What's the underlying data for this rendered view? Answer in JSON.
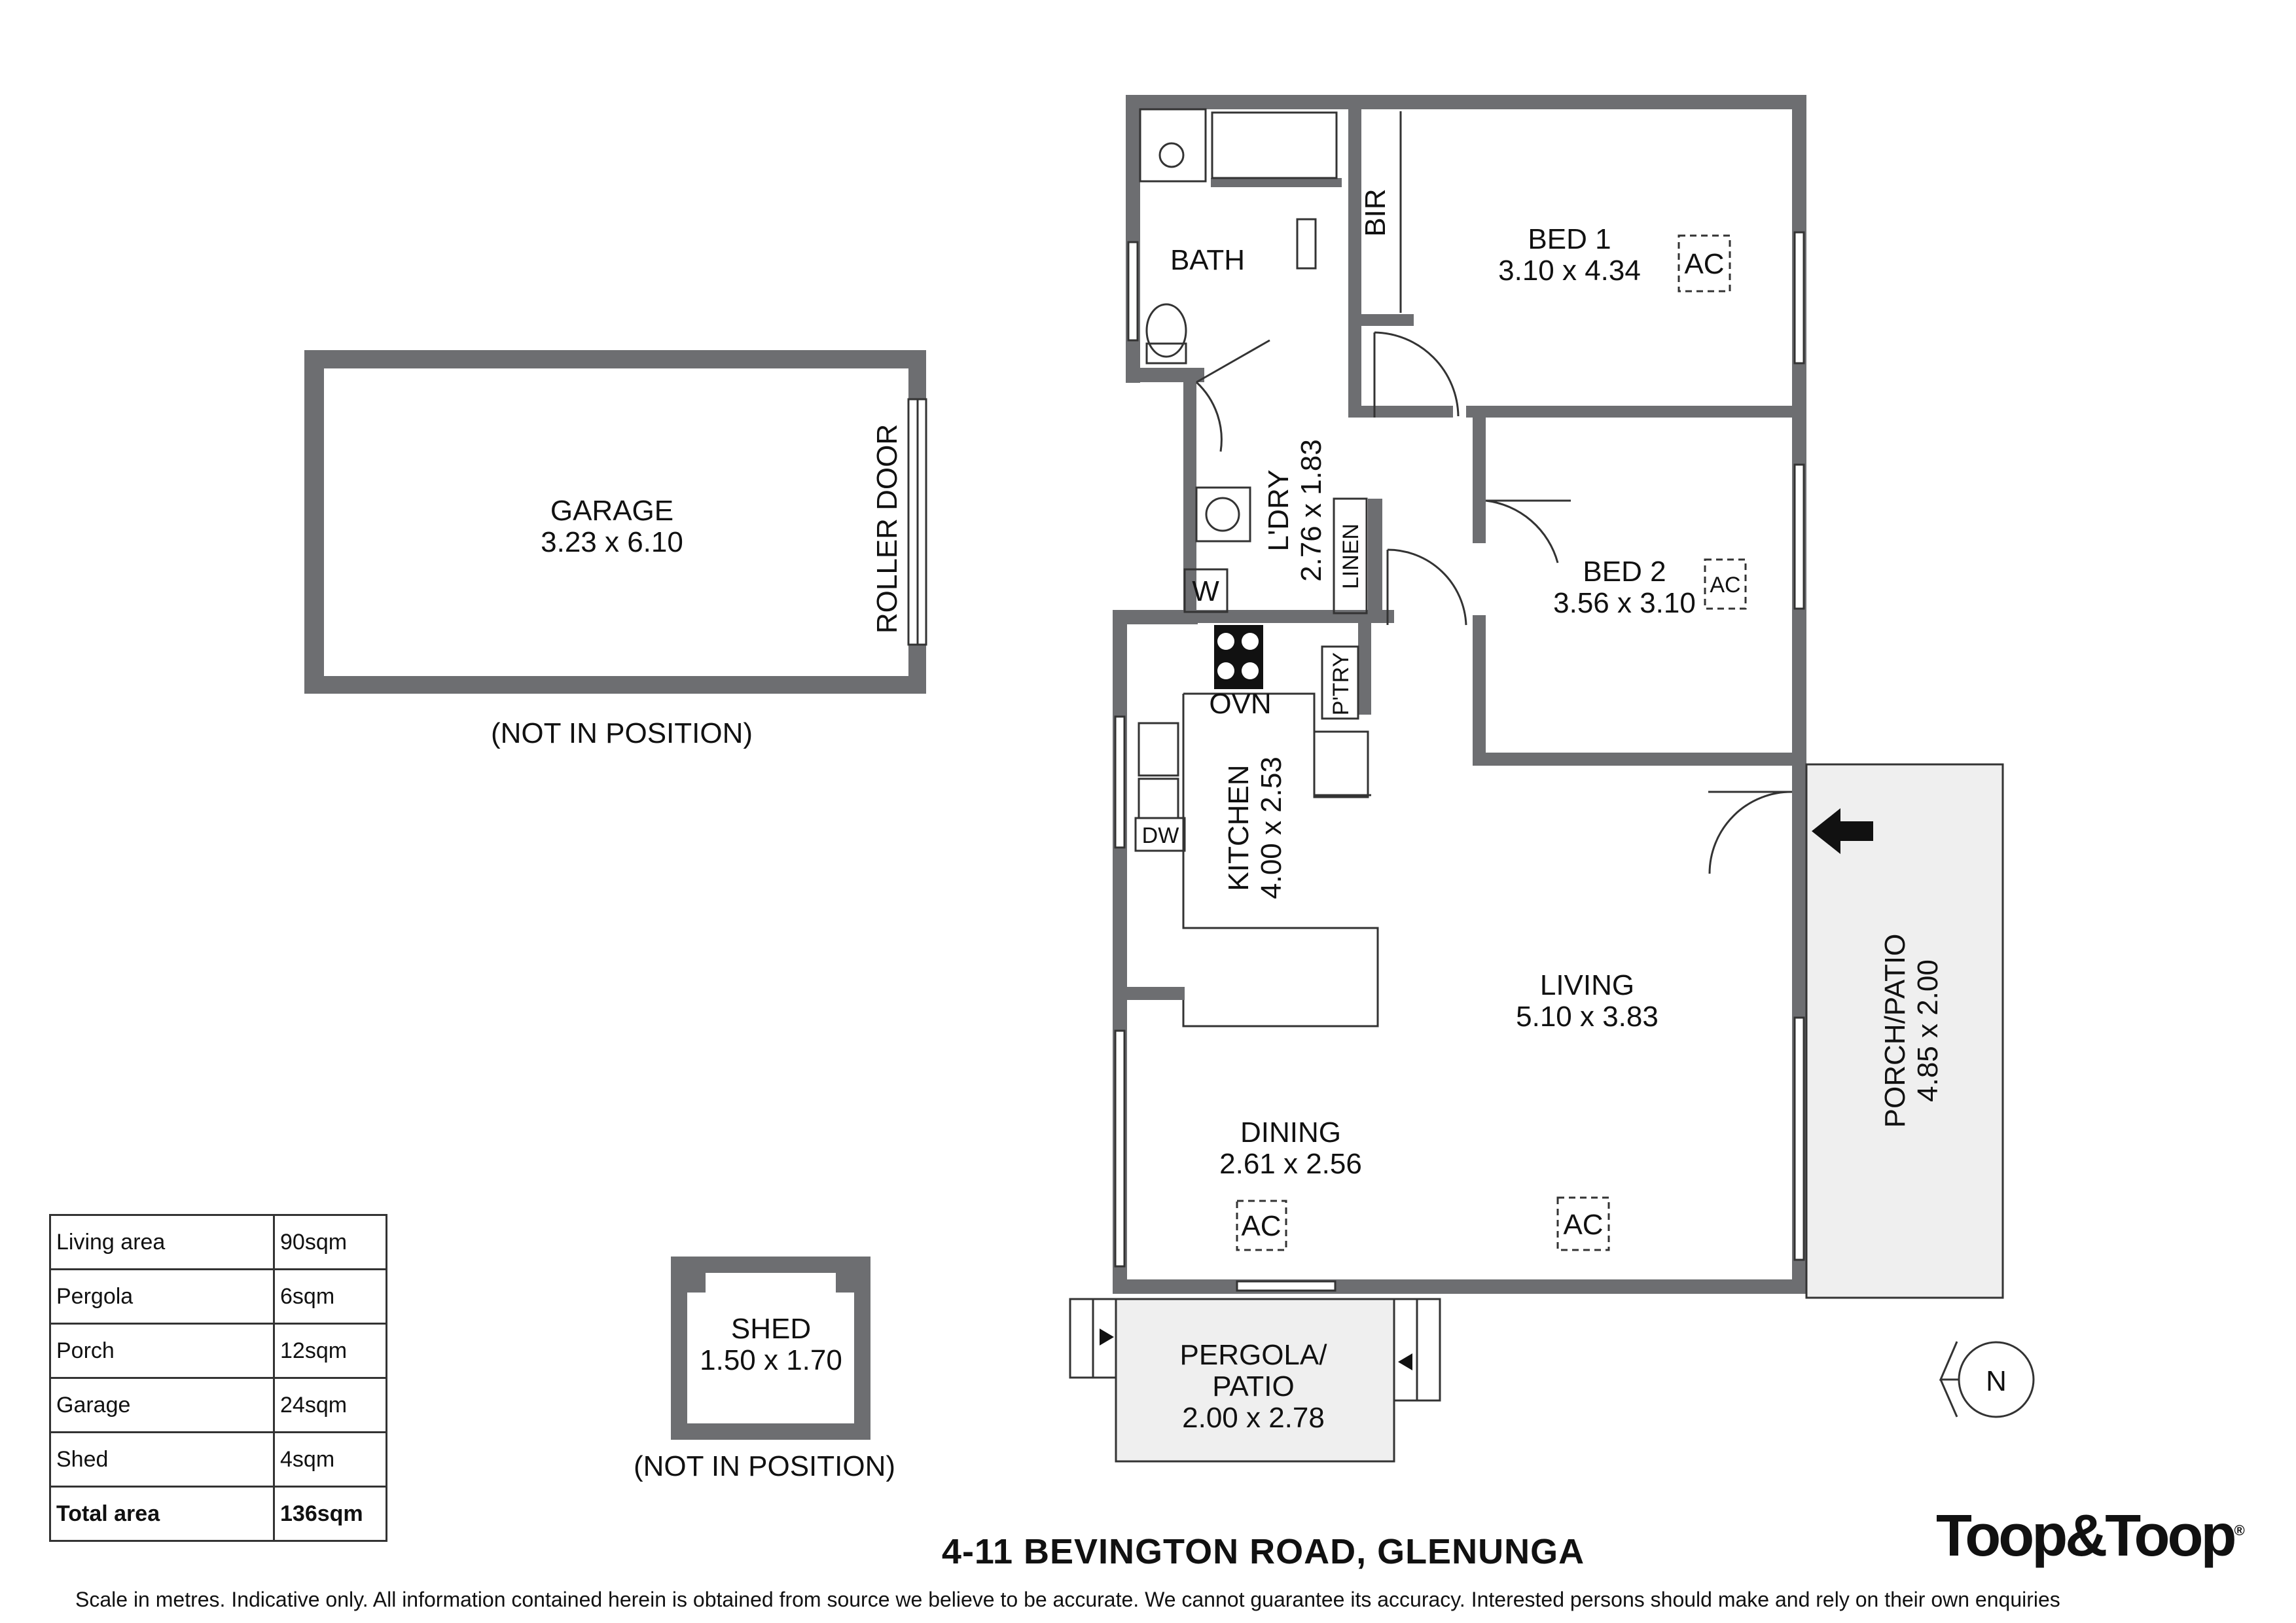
{
  "rooms": {
    "garage": {
      "name": "GARAGE",
      "dims": "3.23 x 6.10"
    },
    "roller_door": "ROLLER DOOR",
    "garage_note": "(NOT IN POSITION)",
    "bath": "BATH",
    "bir": "BIR",
    "bed1": {
      "name": "BED 1",
      "dims": "3.10 x 4.34"
    },
    "laundry": {
      "name": "L'DRY",
      "dims": "2.76 x 1.83"
    },
    "linen": "LINEN",
    "washer": "W",
    "bed2": {
      "name": "BED 2",
      "dims": "3.56 x 3.10"
    },
    "oven": "OVN",
    "pantry": "P'TRY",
    "dishwasher": "DW",
    "kitchen": {
      "name": "KITCHEN",
      "dims": "4.00 x 2.53"
    },
    "living": {
      "name": "LIVING",
      "dims": "5.10 x 3.83"
    },
    "dining": {
      "name": "DINING",
      "dims": "2.61 x 2.56"
    },
    "porch": {
      "name": "PORCH/PATIO",
      "dims": "4.85 x 2.00"
    },
    "pergola": {
      "line1": "PERGOLA/",
      "line2": "PATIO",
      "dims": "2.00 x 2.78"
    },
    "shed": {
      "name": "SHED",
      "dims": "1.50 x 1.70"
    },
    "shed_note": "(NOT IN POSITION)",
    "ac": "AC",
    "north": "N"
  },
  "areas": [
    {
      "label": "Living area",
      "value": "90sqm"
    },
    {
      "label": "Pergola",
      "value": "6sqm"
    },
    {
      "label": "Porch",
      "value": "12sqm"
    },
    {
      "label": "Garage",
      "value": "24sqm"
    },
    {
      "label": "Shed",
      "value": "4sqm"
    },
    {
      "label": "Total area",
      "value": "136sqm"
    }
  ],
  "address": "4-11 BEVINGTON ROAD, GLENUNGA",
  "disclaimer": "Scale in metres. Indicative only. All information contained herein is obtained from source we believe to be accurate. We cannot guarantee its accuracy. Interested persons should make and rely on their own enquiries",
  "brand": "Toop&Toop"
}
